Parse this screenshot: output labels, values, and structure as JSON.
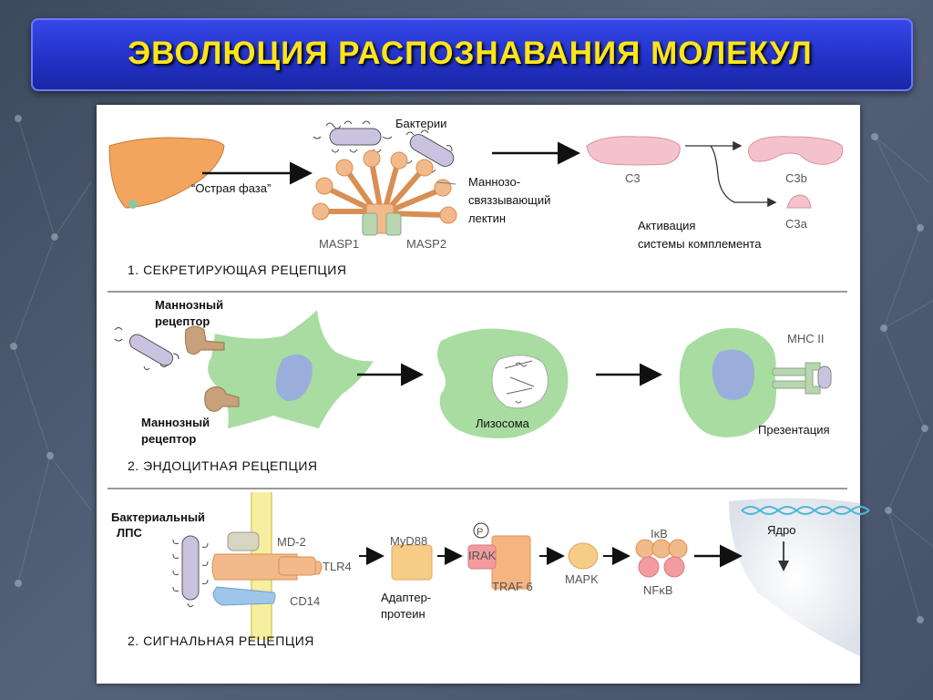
{
  "slide": {
    "title": "ЭВОЛЮЦИЯ РАСПОЗНАВАНИЯ МОЛЕКУЛ"
  },
  "section1": {
    "caption": "1. СЕКРЕТИРУЮЩАЯ РЕЦЕПЦИЯ",
    "acute_phase": "“Острая фаза”",
    "bacteria": "Бактерии",
    "lectin_line1": "Маннозо-",
    "lectin_line2": "связзывающий",
    "lectin_line3": "лектин",
    "masp1": "MASP1",
    "masp2": "MASP2",
    "c3": "C3",
    "c3b": "C3b",
    "c3a": "C3a",
    "activation_line1": "Активация",
    "activation_line2": "системы комплемента"
  },
  "section2": {
    "caption": "2. ЭНДОЦИТНАЯ РЕЦЕПЦИЯ",
    "mannose_receptor_top_line1": "Маннозный",
    "mannose_receptor_top_line2": "рецептор",
    "mannose_receptor_bottom_line1": "Маннозный",
    "mannose_receptor_bottom_line2": "рецептор",
    "lysosome": "Лизосома",
    "mhc": "MHC II",
    "presentation": "Презентация"
  },
  "section3": {
    "caption": "2. СИГНАЛЬНАЯ РЕЦЕПЦИЯ",
    "lps_line1": "Бактериальный",
    "lps_line2": "ЛПС",
    "md2": "MD-2",
    "tlr4": "TLR4",
    "cd14": "CD14",
    "myd88": "MyD88",
    "p": "P",
    "irak": "IRAK",
    "traf6": "TRAF 6",
    "mapk": "MAPK",
    "ikb": "IκB",
    "nfkb": "NFκB",
    "nucleus": "Ядро",
    "adapter_line1": "Адаптер-",
    "adapter_line2": "протеин"
  },
  "colors": {
    "title_text": "#ffe51a",
    "title_bar": "#2a3ad8",
    "cell_green": "#a8dca0",
    "nucleus_blue": "#9aaedc",
    "complement_pink": "#f4c2cc",
    "lectin_orange": "#f2b98a",
    "receptor_brown": "#c8a07a",
    "membrane_yellow": "#f6eea0"
  }
}
